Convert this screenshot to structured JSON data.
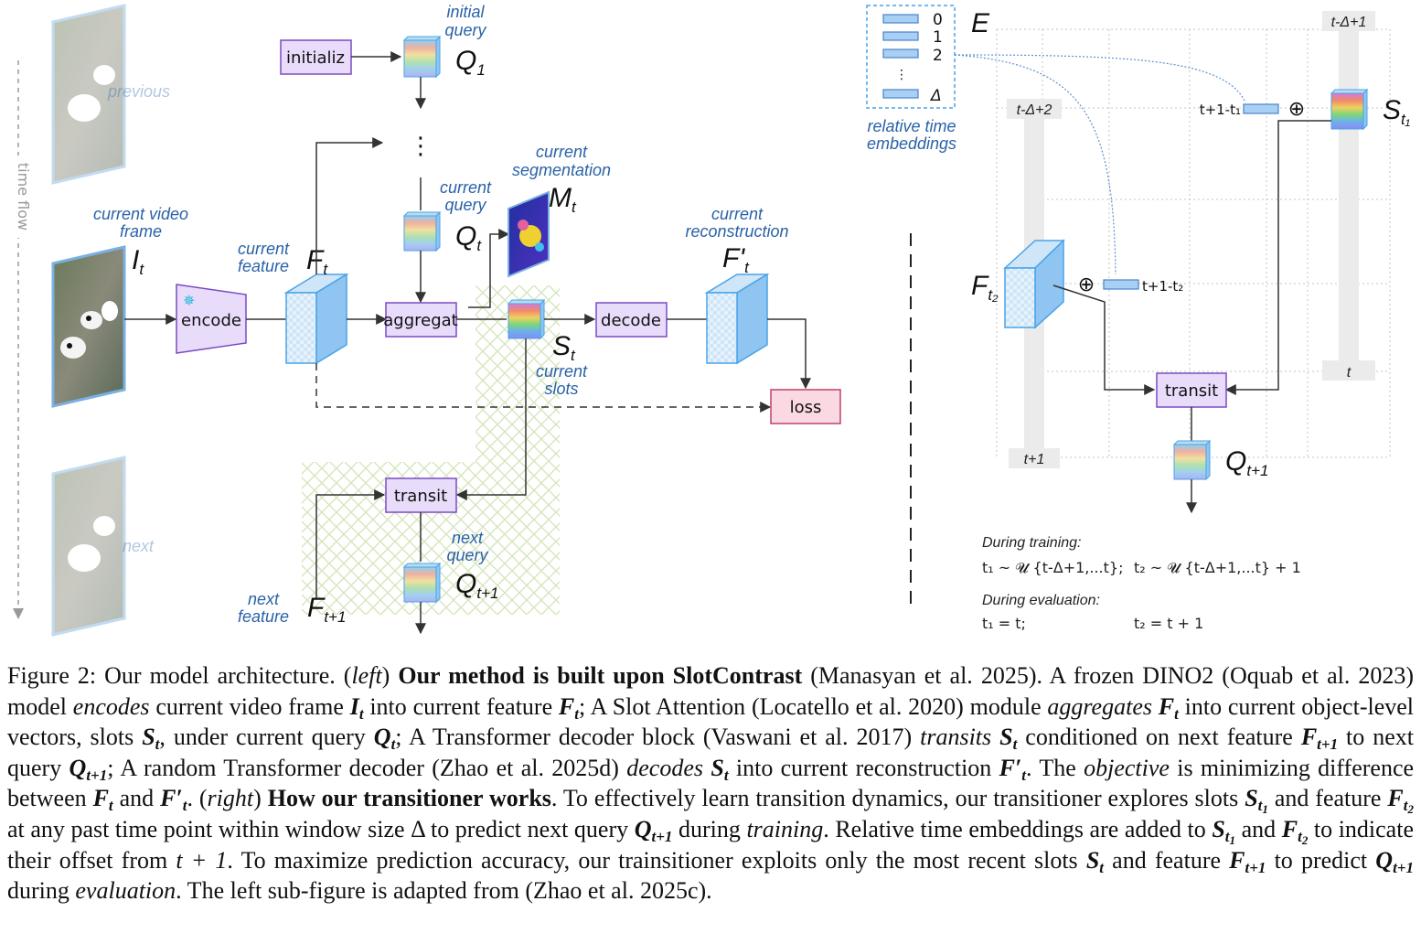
{
  "figure": {
    "left": {
      "time_flow": "time flow",
      "previous": "previous",
      "next": "next",
      "initial_query": [
        "initial",
        "query"
      ],
      "initial_box": "initializ",
      "q1_symbol": "Q",
      "q1_sub": "1",
      "ellipsis": "⋮",
      "current_query": [
        "current",
        "query"
      ],
      "qt_symbol": "Q",
      "qt_sub": "t",
      "current_segmentation": [
        "current",
        "segmentation"
      ],
      "mt_symbol": "M",
      "mt_sub": "t",
      "current_video_frame": [
        "current video",
        "frame"
      ],
      "it_symbol": "I",
      "it_sub": "t",
      "current_feature": [
        "current",
        "feature"
      ],
      "ft_symbol": "F",
      "ft_sub": "t",
      "encode_box": "encode",
      "aggregate_box": "aggregat",
      "decode_box": "decode",
      "loss_box": "loss",
      "current_reconstruction": [
        "current",
        "reconstruction"
      ],
      "fprime_symbol": "F'",
      "fprime_sub": "t",
      "st_symbol": "S",
      "st_sub": "t",
      "current_slots": [
        "current",
        "slots"
      ],
      "transit_box": "transit",
      "next_query": [
        "next",
        "query"
      ],
      "qt1_symbol": "Q",
      "qt1_sub": "t+1",
      "next_feature": [
        "next",
        "feature"
      ],
      "ft1_symbol": "F",
      "ft1_sub": "t+1"
    },
    "right": {
      "embed_labels": [
        "0",
        "1",
        "2",
        "⋮",
        "Δ"
      ],
      "e_symbol": "E",
      "relative_time_embeddings": [
        "relative time",
        "embeddings"
      ],
      "col_top_right": "t-Δ+1",
      "col_top_left": "t-Δ+2",
      "col_bottom_left": "t+1",
      "col_bottom_right": "t",
      "offset_t1": "t+1-t₁",
      "offset_t2": "t+1-t₂",
      "plus": "⊕",
      "st1_symbol": "S",
      "st1_sub": "t₁",
      "ft2_symbol": "F",
      "ft2_sub": "t₂",
      "transit_box": "transit",
      "qt1_symbol": "Q",
      "qt1_sub": "t+1",
      "during_training": "During training:",
      "training_formula_1": "t₁ ~ 𝓤 {t-Δ+1,...t};",
      "training_formula_2": "t₂ ~ 𝓤 {t-Δ+1,...t} + 1",
      "during_evaluation": "During evaluation:",
      "eval_formula_1": "t₁ = t;",
      "eval_formula_2": "t₂ = t + 1"
    }
  },
  "caption": {
    "label": "Figure 2:",
    "text": "Our model architecture. (left) Our method is built upon SlotContrast (Manasyan et al. 2025). A frozen DINO2 (Oquab et al. 2023) model encodes current video frame I_t into current feature F_t; A Slot Attention (Locatello et al. 2020) module aggregates F_t into current object-level vectors, slots S_t, under current query Q_t; A Transformer decoder block (Vaswani et al. 2017) transits S_t conditioned on next feature F_{t+1} to next query Q_{t+1}; A random Transformer decoder (Zhao et al. 2025d) decodes S_t into current reconstruction F'_t. The objective is minimizing difference between F_t and F'_t. (right) How our transitioner works. To effectively learn transition dynamics, our transitioner explores slots S_{t_1} and feature F_{t_2} at any past time point within window size Δ to predict next query Q_{t+1} during training. Relative time embeddings are added to S_{t_1} and F_{t_2} to indicate their offset from t+1. To maximize prediction accuracy, our trainsitioner exploits only the most recent slots S_t and feature F_{t+1} to predict Q_{t+1} during evaluation. The left sub-figure is adapted from (Zhao et al. 2025c).",
    "s1": "Our model architecture. (",
    "s2": "left",
    "s3": ") ",
    "s4": "Our method is built upon SlotContrast",
    "s5": " (Manasyan et al. 2025). A frozen DINO2 (Oquab et al. 2023) model ",
    "s6": "encodes",
    "s7": " current video frame ",
    "s8": " into current feature ",
    "s9": "; A Slot Attention (Locatello et al. 2020) module ",
    "s10": "aggregates",
    "s11": " into current object-level vectors, slots ",
    "s12": ", under current query ",
    "s13": "; A Transformer decoder block (Vaswani et al. 2017) ",
    "s14": "transits",
    "s15": " conditioned on next feature ",
    "s16": " to next query ",
    "s17": "; A random Transformer decoder (Zhao et al. 2025d) ",
    "s18": "decodes",
    "s19": " into current reconstruction ",
    "s20": ". The ",
    "s21": "objective",
    "s22": " is minimizing difference between ",
    "s23": " and ",
    "s24": ". (",
    "s25": "right",
    "s26": ") ",
    "s27": "How our transitioner works",
    "s28": ". To effectively learn transition dynamics, our transitioner explores slots ",
    "s29": " and feature ",
    "s30": " at any past time point within window size Δ to predict next query ",
    "s31": " during ",
    "s32": "training",
    "s33": ". Relative time embeddings are added to ",
    "s34": " and ",
    "s35": " to indicate their offset from ",
    "s36": "t + 1",
    "s37": ". To maximize prediction accuracy, our trainsitioner exploits only the most recent slots ",
    "s38": " and feature ",
    "s39": " to predict ",
    "s40": " during ",
    "s41": "evaluation",
    "s42": ". The left sub-figure is adapted from (Zhao et al. 2025c)."
  },
  "colors": {
    "box_purple_fill": "#e9dcfb",
    "box_purple_stroke": "#7a4bc4",
    "loss_fill": "#fbd9e3",
    "loss_stroke": "#c0406a",
    "label_blue": "#2a62a8",
    "feature_cube": "#4aa3e8",
    "hatch_green": "#cfe3b4",
    "column_gray": "#ebebeb"
  }
}
